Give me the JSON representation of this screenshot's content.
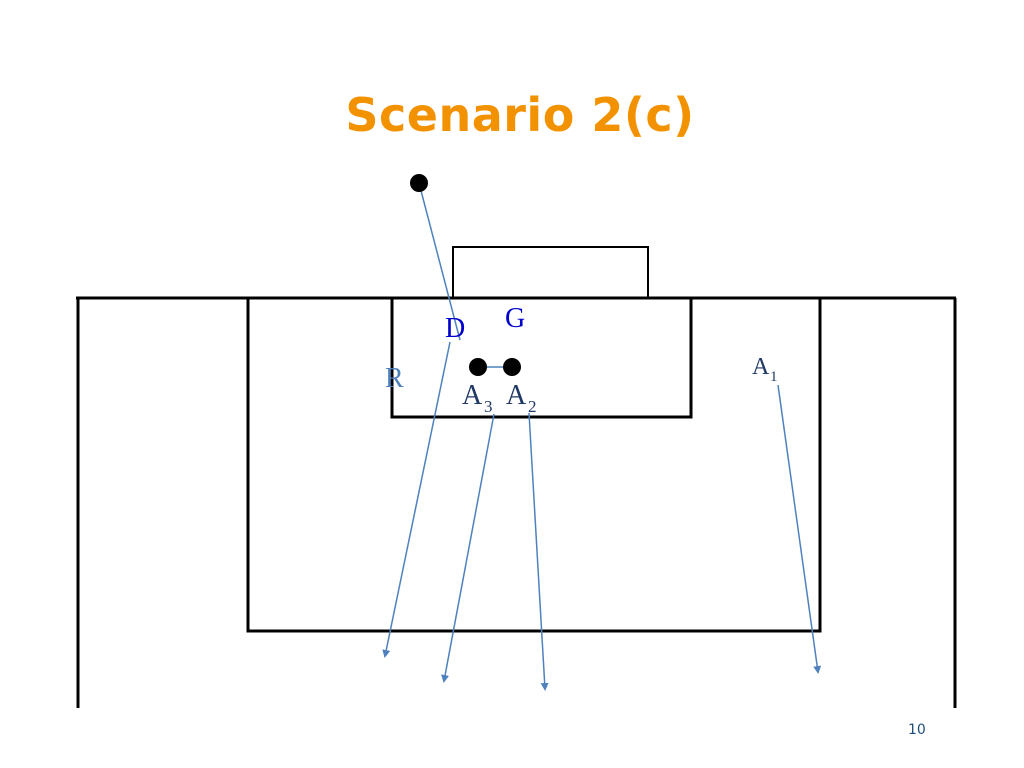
{
  "slide": {
    "title": "Scenario 2(c)",
    "page_number": "10"
  },
  "labels": {
    "goalkeeper": "G",
    "defender": "D",
    "receiver": "R",
    "attacker1": "A",
    "attacker1_sub": "1",
    "attacker2": "A",
    "attacker2_sub": "2",
    "attacker3": "A",
    "attacker3_sub": "3"
  },
  "colors": {
    "title": "#f39200",
    "field_lines": "#000000",
    "run_arrows": "#4f81bd",
    "label_blue": "#0000cc",
    "label_receiver": "#4f81bd",
    "label_attacker": "#1f3864",
    "player_dot": "#000000"
  }
}
